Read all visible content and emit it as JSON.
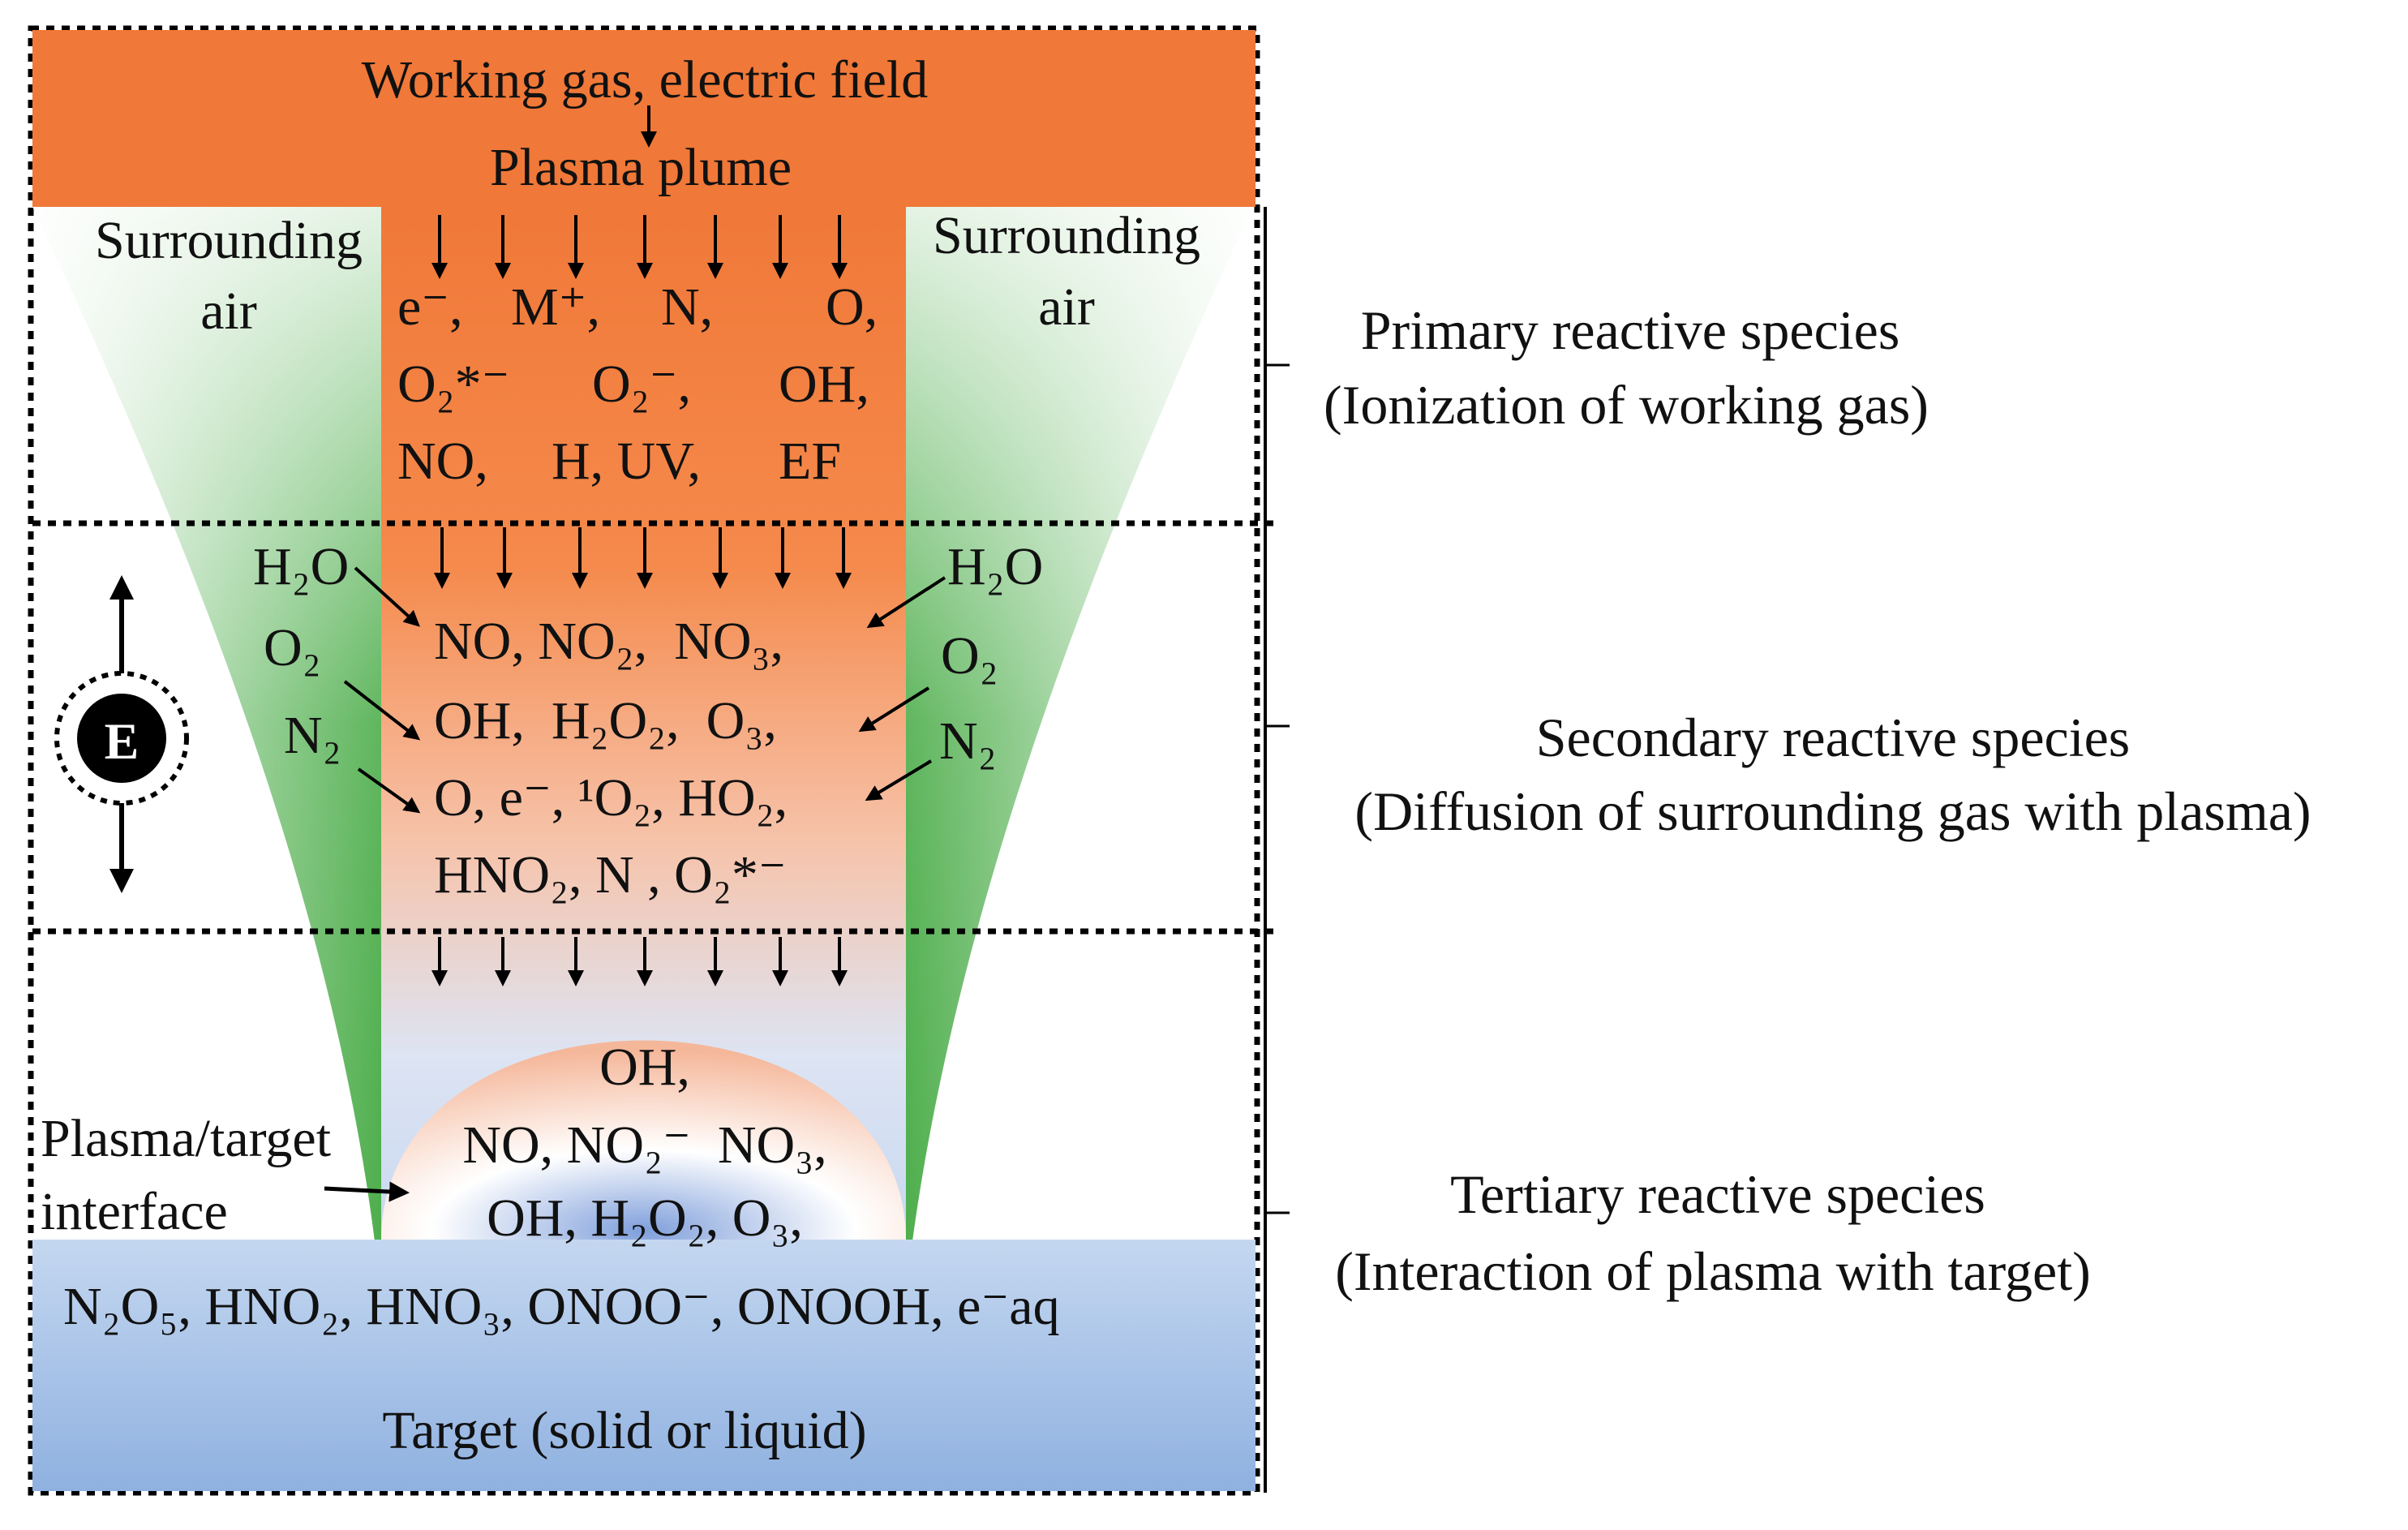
{
  "plume": {
    "line1": "Working gas, electric field",
    "line2": "Plasma plume"
  },
  "surrounding_air_left": [
    "Surrounding",
    "air"
  ],
  "surrounding_air_right": [
    "Surrounding",
    "air"
  ],
  "primary": {
    "species_rows": [
      [
        "e⁻,",
        "M⁺,",
        "N,",
        "O,"
      ],
      [
        "O₂*⁻",
        "O₂⁻,",
        "OH,"
      ],
      [
        "NO,",
        "H, UV,",
        "EF"
      ]
    ],
    "title": "Primary reactive species",
    "subtitle": "(Ionization of working gas)"
  },
  "secondary": {
    "inputs_left": [
      "H₂O",
      "O₂",
      "N₂"
    ],
    "inputs_right": [
      "H₂O",
      "O₂",
      "N₂"
    ],
    "species_rows": [
      "NO, NO₂,  NO₃,",
      "OH,  H₂O₂,  O₃,",
      "O, e⁻, ¹O₂, HO₂,",
      "HNO₂, N , O₂*⁻"
    ],
    "field_symbol": "E",
    "title": "Secondary reactive species",
    "subtitle": "(Diffusion of surrounding gas with plasma)"
  },
  "tertiary": {
    "dome_rows": [
      "OH,",
      "NO, NO₂⁻  NO₃,",
      "OH, H₂O₂, O₃,"
    ],
    "interface_label": [
      "Plasma/target",
      "interface"
    ],
    "target_species": "N₂O₅, HNO₂, HNO₃, ONOO⁻, ONOOH, e⁻aq",
    "target_label": "Target (solid or liquid)",
    "title": "Tertiary reactive species",
    "subtitle": "(Interaction of plasma with target)"
  },
  "colors": {
    "plume_orange": "#F07838",
    "air_green": "#5DB85A",
    "target_blue": "#A9C4E8",
    "dome_pink": "#F7C2A6"
  }
}
